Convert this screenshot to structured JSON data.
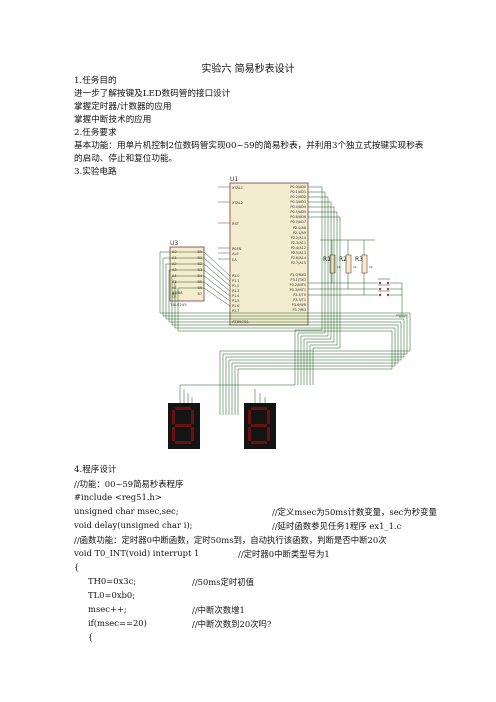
{
  "doc": {
    "title": "实验六  简易秒表设计",
    "section1": "1.任务目的",
    "goal1": "进一步了解按键及LED数码管的接口设计",
    "goal2": "掌握定时器/计数器的应用",
    "goal3": "掌握中断技术的应用",
    "section2": "2.任务要求",
    "requirement": "基本功能：用单片机控制2位数码管实现00~59的简易秒表，并利用3个独立式按键实现秒表的启动、停止和复位功能。",
    "section3": "3.实验电路",
    "section4": "4.程序设计"
  },
  "circuit": {
    "mcu_ref": "U1",
    "mcu_part": "AT89C51",
    "buffer_ref": "U3",
    "buffer_part": "74LS245",
    "xtal1": "XTAL1",
    "xtal2": "XTAL2",
    "rst": "RST",
    "psen": "PSEN",
    "ale": "ALE",
    "ea": "EA",
    "r1": "R1",
    "r2": "R2",
    "r3": "R3",
    "rk": "1k",
    "p0_pins": [
      "P0.0/AD0",
      "P0.1/AD1",
      "P0.2/AD2",
      "P0.3/AD3",
      "P0.4/AD4",
      "P0.5/AD5",
      "P0.6/AD6",
      "P0.7/AD7"
    ],
    "p2_pins": [
      "P2.0/A8",
      "P2.1/A9",
      "P2.2/A10",
      "P2.3/A11",
      "P2.4/A12",
      "P2.5/A13",
      "P2.6/A14",
      "P2.7/A15"
    ],
    "p3_pins": [
      "P3.0/RXD",
      "P3.1/TXD",
      "P3.2/INT0",
      "P3.3/INT1",
      "P3.4/T0",
      "P3.5/T1",
      "P3.6/WR",
      "P3.7/RD"
    ],
    "p1_pins": [
      "P1.0",
      "P1.1",
      "P1.2",
      "P1.3",
      "P1.4",
      "P1.5",
      "P1.6",
      "P1.7"
    ],
    "u3_a": [
      "A0",
      "A1",
      "A2",
      "A3",
      "A4",
      "A5",
      "A6",
      "A7"
    ],
    "u3_b": [
      "B0",
      "B1",
      "B2",
      "B3",
      "B4",
      "B5",
      "B6",
      "B7"
    ],
    "u3_ce": "CE",
    "u3_ab": "AB/BA"
  },
  "code": {
    "l1": "//功能：00~59简易秒表程序",
    "l2": "#include <reg51.h>",
    "l3a": "unsigned char msec,sec;",
    "l3b": "//定义msec为50ms计数变量，sec为秒变量",
    "l4a": "void delay(unsigned char i);",
    "l4b": "//延时函数参见任务1程序 ex1_1.c",
    "l5": "//函数功能：定时器0中断函数，定时50ms到，自动执行该函数，判断是否中断20次",
    "l6a": "void T0_INT(void) interrupt 1",
    "l6b": "//定时器0中断类型号为1",
    "l7": "{",
    "l8a": "TH0=0x3c;",
    "l8b": "//50ms定时初值",
    "l9": "TL0=0xb0;",
    "l10a": "msec++;",
    "l10b": "//中断次数增1",
    "l11a": "if(msec==20)",
    "l11b": "//中断次数到20次吗?",
    "l12": "{"
  }
}
